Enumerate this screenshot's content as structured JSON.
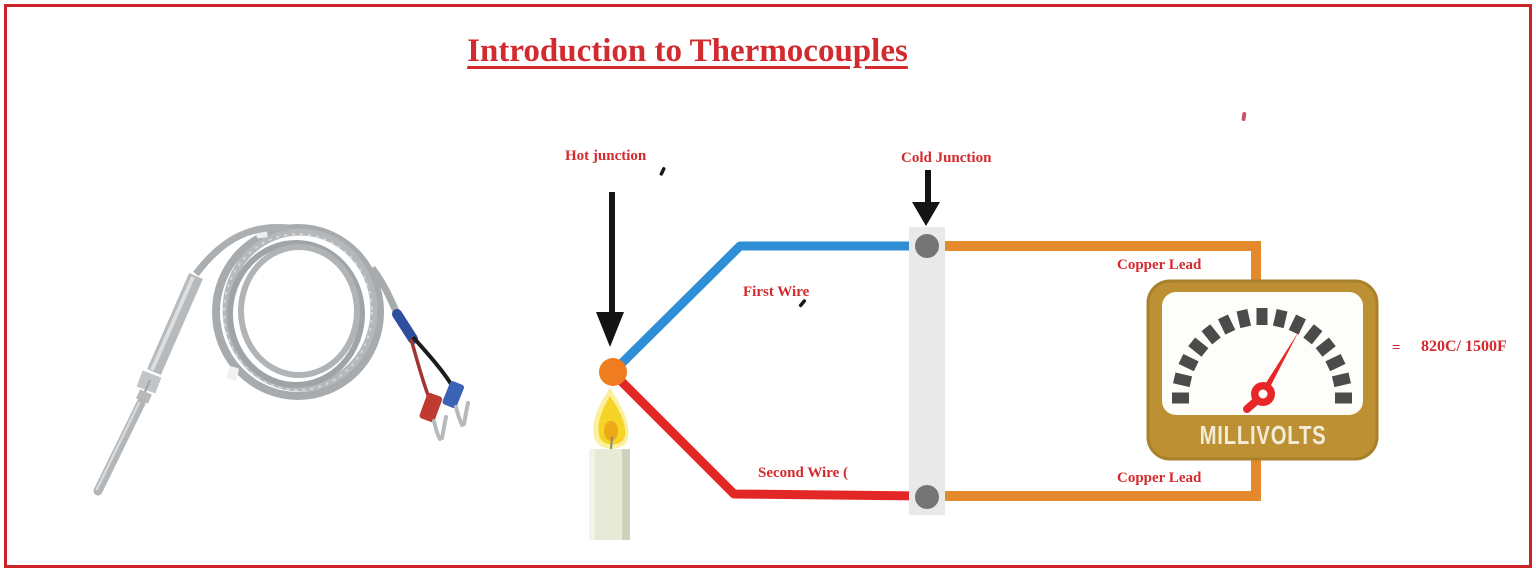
{
  "title": {
    "text": "Introduction to Thermocouples",
    "color": "#d22b2f"
  },
  "diagram": {
    "labels": {
      "hot_junction": "Hot junction",
      "cold_junction": "Cold Junction",
      "first_wire": "First Wire",
      "second_wire": "Second Wire (",
      "copper_lead_top": "Copper Lead",
      "copper_lead_bottom": "Copper Lead"
    },
    "meter": {
      "label": "MILLIVOLTS"
    },
    "reading": {
      "equals": "=",
      "value": "820C/ 1500F"
    },
    "colors": {
      "frame_red": "#cc2328",
      "text_red": "#d42a2e",
      "first_wire_blue": "#2f8fd6",
      "second_wire_red": "#e32726",
      "copper_lead_orange": "#e5892d",
      "hot_junction_orange": "#ef7d1f",
      "cold_junction_gray": "#757575",
      "cold_junction_bar_gray": "#e9e9e9",
      "meter_gold": "#bd9133",
      "needle_red": "#e8262a",
      "flame_yellow": "#f5d327"
    }
  }
}
